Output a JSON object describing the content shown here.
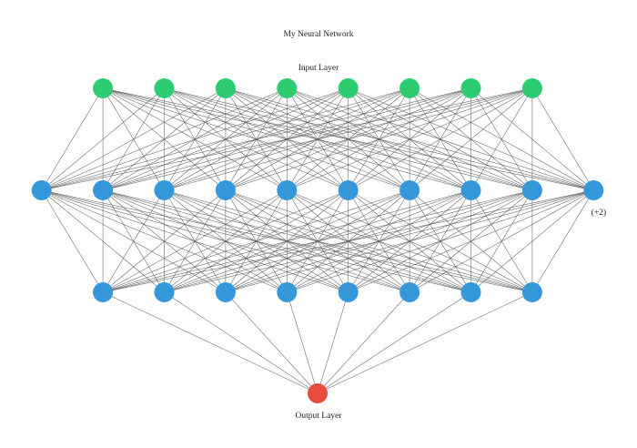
{
  "title": "My Neural Network",
  "colors": {
    "input_node": "#2ecc71",
    "hidden_node": "#3498db",
    "output_node": "#e74c3c",
    "edge": "#555555"
  },
  "layers": [
    {
      "id": "input",
      "name": "Input Layer",
      "node_count": 8,
      "color_key": "input_node",
      "annotation": ""
    },
    {
      "id": "hidden1",
      "name": "",
      "node_count": 10,
      "color_key": "hidden_node",
      "annotation": "(+2)"
    },
    {
      "id": "hidden2",
      "name": "",
      "node_count": 8,
      "color_key": "hidden_node",
      "annotation": ""
    },
    {
      "id": "output",
      "name": "Output Layer",
      "node_count": 1,
      "color_key": "output_node",
      "annotation": ""
    }
  ]
}
